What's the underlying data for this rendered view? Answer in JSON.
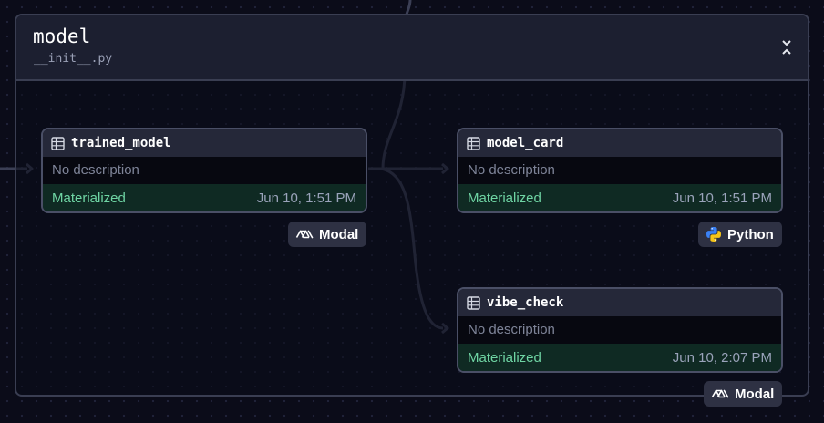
{
  "group": {
    "title": "model",
    "subtitle": "__init__.py"
  },
  "nodes": [
    {
      "name": "trained_model",
      "description": "No description",
      "status": "Materialized",
      "time": "Jun 10, 1:51 PM",
      "kind": "Modal"
    },
    {
      "name": "model_card",
      "description": "No description",
      "status": "Materialized",
      "time": "Jun 10, 1:51 PM",
      "kind": "Python"
    },
    {
      "name": "vibe_check",
      "description": "No description",
      "status": "Materialized",
      "time": "Jun 10, 2:07 PM",
      "kind": "Modal"
    }
  ],
  "colors": {
    "status_bg": "#0f2a23",
    "status_text": "#6fd5a4",
    "edge": "#3b3f55",
    "python_blue": "#3b82f6",
    "python_yellow": "#f5c518"
  },
  "icons": {
    "asset": "table-icon",
    "collapse": "chevrons-collapse-icon",
    "modal": "modal-logo-icon",
    "python": "python-logo-icon"
  }
}
